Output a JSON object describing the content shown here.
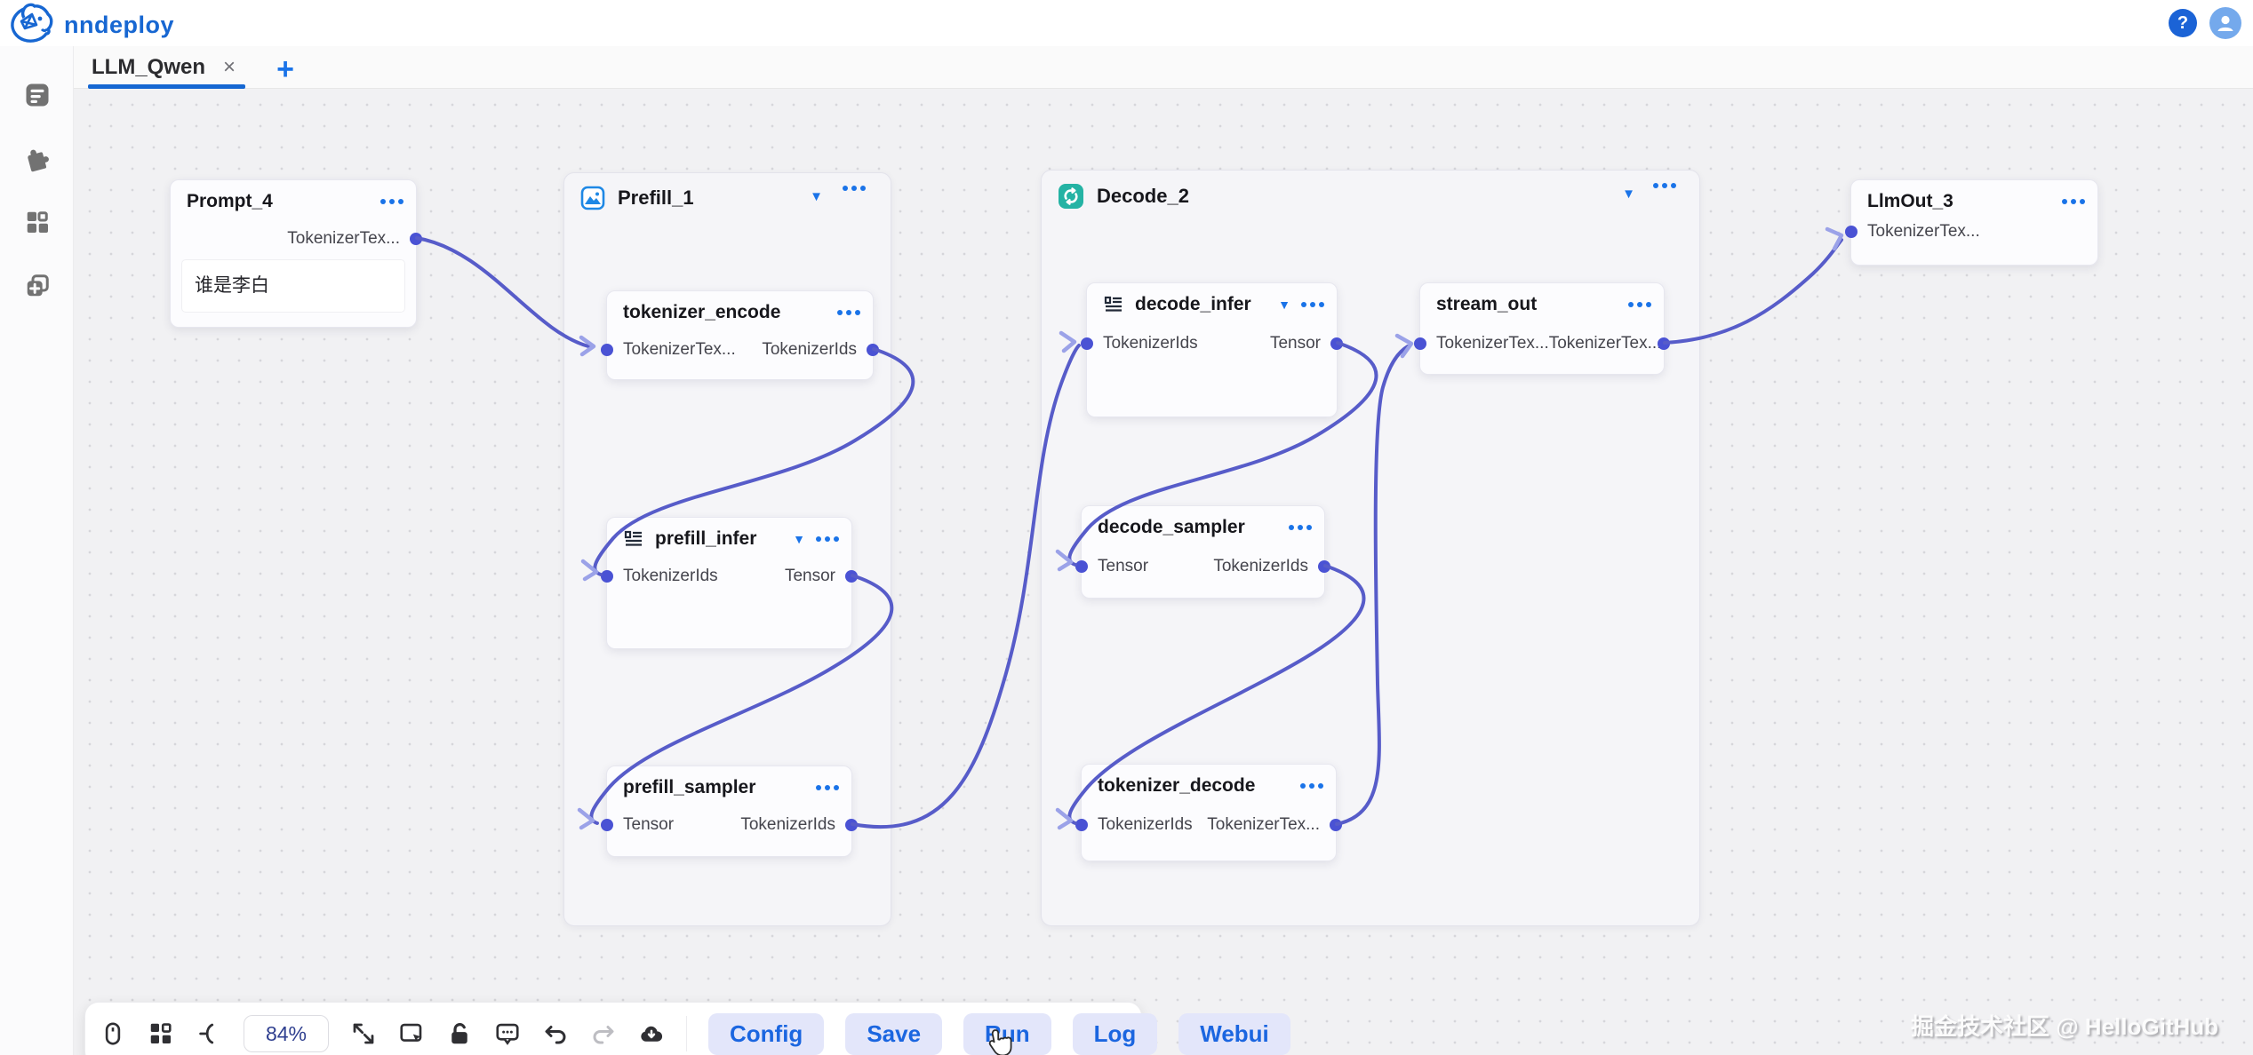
{
  "header": {
    "logo_text": "nndeploy",
    "help_label": "?"
  },
  "tabs": {
    "active_label": "LLM_Qwen",
    "close_glyph": "×",
    "add_glyph": "+"
  },
  "toolbar": {
    "zoom_value": "84%",
    "buttons": [
      "Config",
      "Save",
      "Run",
      "Log",
      "Webui"
    ]
  },
  "watermark": "掘金技术社区 @ HelloGitHub",
  "canvas": {
    "dropdown_glyph": "▼",
    "groups": [
      {
        "title": "Prefill_1"
      },
      {
        "title": "Decode_2"
      }
    ],
    "nodes": [
      {
        "title": "Prompt_4",
        "out": "TokenizerTex...",
        "input_text": "谁是李白"
      },
      {
        "title": "tokenizer_encode",
        "in": "TokenizerTex...",
        "out": "TokenizerIds"
      },
      {
        "title": "prefill_infer",
        "in": "TokenizerIds",
        "out": "Tensor"
      },
      {
        "title": "prefill_sampler",
        "in": "Tensor",
        "out": "TokenizerIds"
      },
      {
        "title": "decode_infer",
        "in": "TokenizerIds",
        "out": "Tensor"
      },
      {
        "title": "stream_out",
        "in": "TokenizerTex...",
        "out": "TokenizerTex..."
      },
      {
        "title": "decode_sampler",
        "in": "Tensor",
        "out": "TokenizerIds"
      },
      {
        "title": "tokenizer_decode",
        "in": "TokenizerIds",
        "out": "TokenizerTex..."
      },
      {
        "title": "LlmOut_3",
        "in": "TokenizerTex..."
      }
    ]
  }
}
